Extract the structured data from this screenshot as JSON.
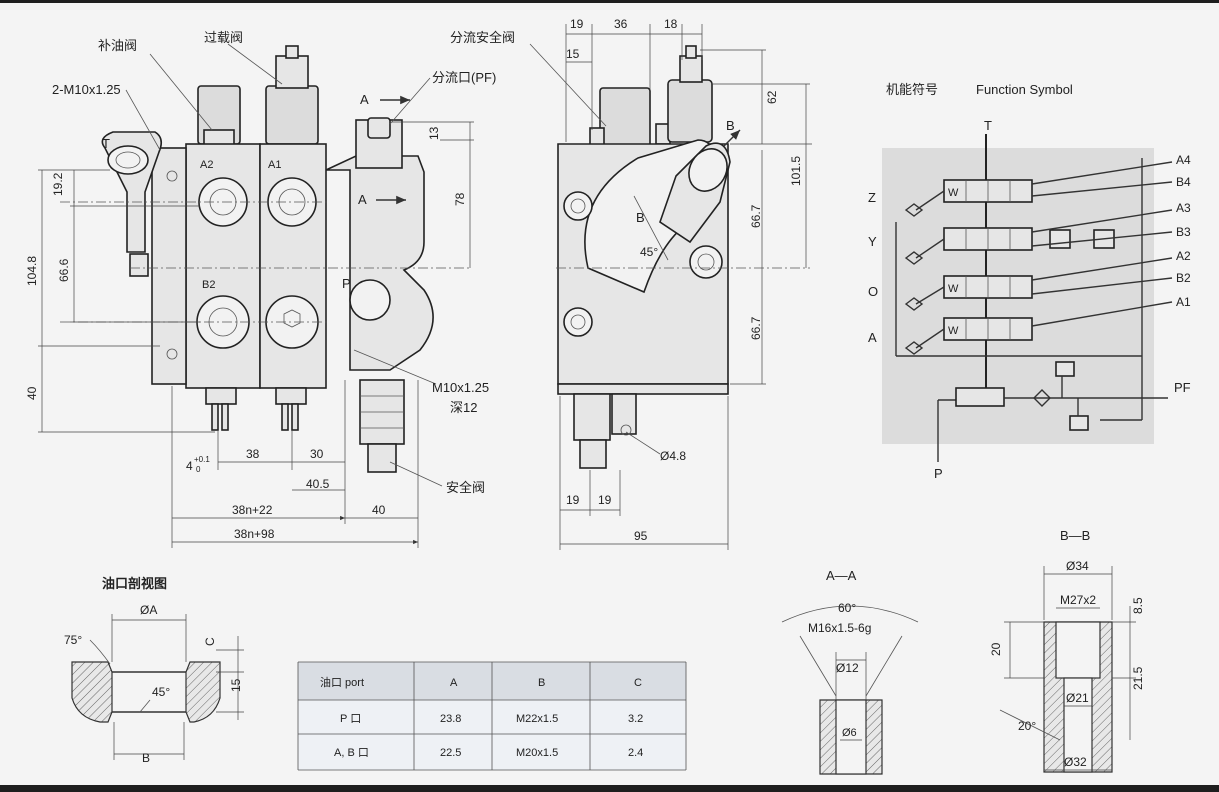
{
  "labels": {
    "replenish_valve": "补油阀",
    "overload_valve": "过载阀",
    "thread_2m10": "2-M10x1.25",
    "port_t": "T",
    "port_a_arrow": "A",
    "port_a2": "A2",
    "port_a1": "A1",
    "port_b2": "B2",
    "port_p": "P",
    "port_a_section": "A",
    "bypass_relief": "分流安全阀",
    "bypass_port": "分流口(PF)",
    "thread_m10_deep": "M10x1.25",
    "deep_12": "深12",
    "relief_valve": "安全阀",
    "section_b": "B",
    "hole_dia": "Ø4.8",
    "function_symbol_cn": "机能符号",
    "function_symbol_en": "Function Symbol"
  },
  "dims": {
    "d_19_top": "19",
    "d_36": "36",
    "d_18": "18",
    "d_15": "15",
    "d_13": "13",
    "d_78": "78",
    "d_62": "62",
    "d_101_5": "101.5",
    "d_66_7_a": "66.7",
    "d_66_7_b": "66.7",
    "d_45": "45°",
    "d_19_2": "19.2",
    "d_104_8": "104.8",
    "d_66_6": "66.6",
    "d_40_v": "40",
    "d_4": "4",
    "d_4_tol_up": "+0.1",
    "d_4_tol_dn": "0",
    "d_38": "38",
    "d_30": "30",
    "d_40_5": "40.5",
    "d_38n22": "38n+22",
    "d_40_h": "40",
    "d_38n98": "38n+98",
    "d_19_b1": "19",
    "d_19_b2": "19",
    "d_95": "95"
  },
  "symbol": {
    "t_label": "T",
    "left_labels": [
      "Z",
      "Y",
      "O",
      "A"
    ],
    "right_labels": [
      "A4",
      "B4",
      "A3",
      "B3",
      "A2",
      "B2",
      "A1"
    ],
    "pf_label": "PF",
    "p_label": "P",
    "w_label": "W"
  },
  "port_section": {
    "title": "油口剖视图",
    "phi_a": "ØA",
    "angle_75": "75°",
    "angle_45": "45°",
    "c_label": "C",
    "d_15": "15",
    "b_label": "B"
  },
  "port_table": {
    "header": [
      "油口   port",
      "A",
      "B",
      "C"
    ],
    "rows": [
      [
        "P 口",
        "23.8",
        "M22x1.5",
        "3.2"
      ],
      [
        "A, B 口",
        "22.5",
        "M20x1.5",
        "2.4"
      ]
    ]
  },
  "section_aa": {
    "title": "A—A",
    "angle": "60°",
    "thread": "M16x1.5-6g",
    "d_12": "Ø12",
    "d_6": "Ø6"
  },
  "section_bb": {
    "title": "B—B",
    "d_34": "Ø34",
    "thread": "M27x2",
    "d_8_5": "8.5",
    "d_20": "20",
    "d_21_5": "21.5",
    "d_21": "Ø21",
    "angle_20": "20°",
    "d_32": "Ø32"
  }
}
